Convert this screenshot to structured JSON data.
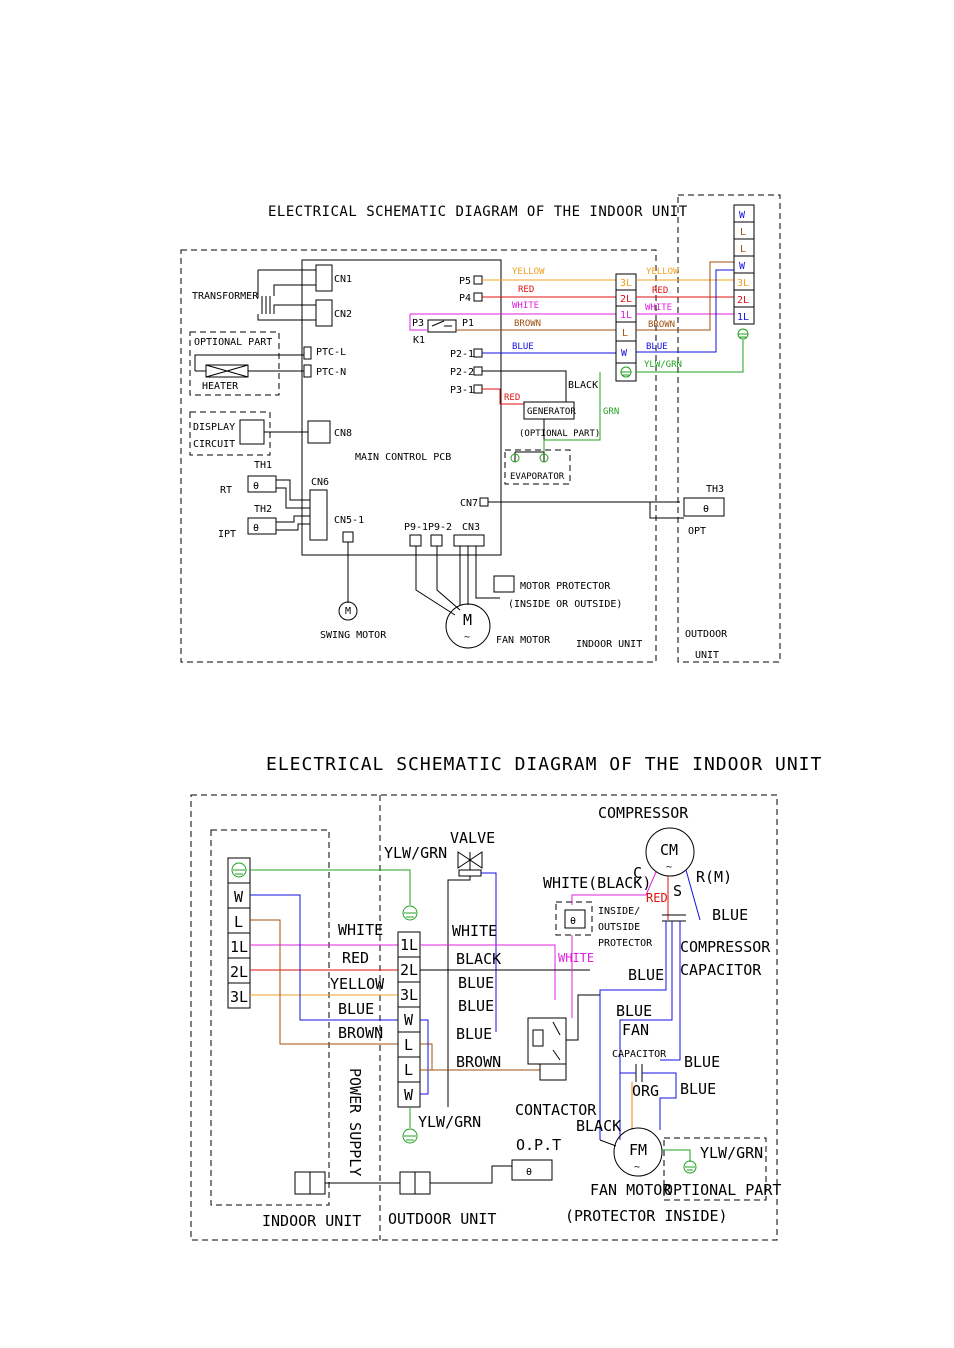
{
  "colors": {
    "yellow": "#f0a020",
    "red": "#e01010",
    "white": "#e020e0",
    "brown": "#a05010",
    "blue": "#1010e0",
    "green": "#20a020",
    "orange": "#f08010",
    "black": "#000000"
  },
  "diagram1": {
    "title": "ELECTRICAL SCHEMATIC DIAGRAM OF THE INDOOR UNIT",
    "main_pcb": "MAIN CONTROL PCB",
    "transformer": "TRANSFORMER",
    "optional_part": "OPTIONAL PART",
    "heater": "HEATER",
    "display_circuit_1": "DISPLAY",
    "display_circuit_2": "CIRCUIT",
    "connectors": {
      "cn1": "CN1",
      "cn2": "CN2",
      "ptc_l": "PTC-L",
      "ptc_n": "PTC-N",
      "cn8": "CN8",
      "cn6": "CN6",
      "cn5_1": "CN5-1",
      "p9_1": "P9-1",
      "p9_2": "P9-2",
      "cn3": "CN3",
      "cn7": "CN7",
      "p5": "P5",
      "p4": "P4",
      "p3": "P3",
      "p1": "P1",
      "p2_1": "P2-1",
      "p2_2": "P2-2",
      "p3_1": "P3-1",
      "k1": "K1"
    },
    "sensors": {
      "th1": "TH1",
      "rt": "RT",
      "th2": "TH2",
      "ipt": "IPT",
      "th3": "TH3",
      "opt": "OPT"
    },
    "wires": {
      "yellow": "YELLOW",
      "red": "RED",
      "white": "WHITE",
      "brown": "BROWN",
      "blue": "BLUE",
      "ylw_grn": "YLW/GRN",
      "black": "BLACK",
      "grn": "GRN"
    },
    "terminals_mid": [
      "3L",
      "2L",
      "1L",
      "L",
      "W"
    ],
    "terminals_out": [
      "W",
      "L",
      "L",
      "W",
      "3L",
      "2L",
      "1L"
    ],
    "generator": "GENERATOR",
    "generator_note": "(OPTIONAL PART)",
    "evaporator": "EVAPORATOR",
    "motor_protector": "MOTOR PROTECTOR",
    "motor_protector_note": "(INSIDE OR OUTSIDE)",
    "swing_motor": "SWING MOTOR",
    "fan_motor": "FAN MOTOR",
    "motor_letter": "M",
    "swing_letter": "M",
    "tilde": "~",
    "theta": "θ",
    "indoor_unit": "INDOOR UNIT",
    "outdoor_unit_1": "OUTDOOR",
    "outdoor_unit_2": "UNIT"
  },
  "diagram2": {
    "title": "ELECTRICAL SCHEMATIC DIAGRAM OF THE INDOOR UNIT",
    "terminals_left": [
      "W",
      "L",
      "1L",
      "2L",
      "3L"
    ],
    "terminals_mid": [
      "1L",
      "2L",
      "3L",
      "W",
      "L",
      "L",
      "W"
    ],
    "wires": {
      "ylw_grn_top": "YLW/GRN",
      "white": "WHITE",
      "red": "RED",
      "yellow": "YELLOW",
      "blue": "BLUE",
      "brown": "BROWN",
      "white2": "WHITE",
      "black": "BLACK",
      "blue2": "BLUE",
      "blue3": "BLUE",
      "blue4": "BLUE",
      "brown2": "BROWN",
      "white_black": "WHITE(BLACK)",
      "red2": "RED",
      "blue5": "BLUE",
      "white3": "WHITE",
      "blue6": "BLUE",
      "blue7": "BLUE",
      "blue8": "BLUE",
      "blue9": "BLUE",
      "org": "ORG",
      "black2": "BLACK",
      "ylw_grn_mid": "YLW/GRN",
      "ylw_grn_fan": "YLW/GRN"
    },
    "valve": "VALVE",
    "compressor": "COMPRESSOR",
    "cm": "CM",
    "c": "C",
    "s": "S",
    "rm": "R(M)",
    "protector_1": "INSIDE/",
    "protector_2": "OUTSIDE",
    "protector_3": "PROTECTOR",
    "comp_cap_1": "COMPRESSOR",
    "comp_cap_2": "CAPACITOR",
    "fan_1": "FAN",
    "fan_cap": "CAPACITOR",
    "contactor": "CONTACTOR",
    "power_supply": "POWER SUPPLY",
    "opt": "O.P.T",
    "fm": "FM",
    "fan_motor": "FAN MOTOR",
    "protector_inside": "(PROTECTOR INSIDE)",
    "optional_part": "OPTIONAL PART",
    "indoor_unit": "INDOOR UNIT",
    "outdoor_unit": "OUTDOOR UNIT",
    "tilde": "~",
    "theta": "θ"
  }
}
